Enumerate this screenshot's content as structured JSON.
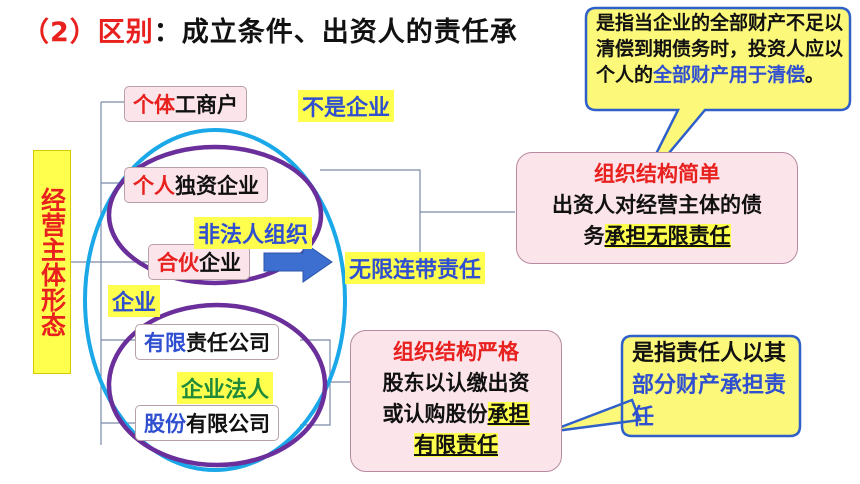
{
  "title": {
    "prefix": "（2）区别",
    "rest": "：成立条件、出资人的责任承"
  },
  "vertical_label": "经营主体形态",
  "entities": {
    "individual_business": {
      "red": "个体",
      "black": "工商户"
    },
    "sole_proprietorship": {
      "red": "个人",
      "black": "独资企业"
    },
    "partnership": {
      "red": "合伙",
      "black": "企业"
    },
    "llc": {
      "blue": "有限",
      "black": "责任公司"
    },
    "joint_stock": {
      "blue": "股份",
      "black": "有限公司"
    }
  },
  "labels": {
    "not_enterprise": "不是企业",
    "non_legal_person": "非法人组织",
    "enterprise": "企业",
    "unlimited_liability": "无限连带责任",
    "legal_person": "企业法人"
  },
  "box_simple": {
    "heading": "组织结构简单",
    "line1": "出资人对经营主体的债",
    "line2_plain": "务",
    "line2_highlight": "承担无限责任"
  },
  "box_strict": {
    "heading": "组织结构严格",
    "line1": "股东以认缴出资",
    "line2_plain": "或认购股份",
    "line2_highlight": "承担",
    "line3_highlight": "有限责任"
  },
  "callout_top": {
    "black1": "是指当企业的全部财产不足以清偿到期债务时，投资人应以个人的",
    "blue": "全部财产用于清偿",
    "black2": "。"
  },
  "callout_bottom": {
    "black": "是指责任人以其",
    "blue": "部分财产承担责任"
  },
  "colors": {
    "red": "#e8201e",
    "blue": "#2f4fd0",
    "green": "#1f8a3a",
    "yellow": "#ffff4d",
    "pink": "#fbe4ea",
    "callout_bg": "#fbf87a",
    "callout_border": "#2f5fc8",
    "purple": "#6a2f9a",
    "cyan": "#1aa8e8",
    "arrow": "#3d6fd1"
  }
}
